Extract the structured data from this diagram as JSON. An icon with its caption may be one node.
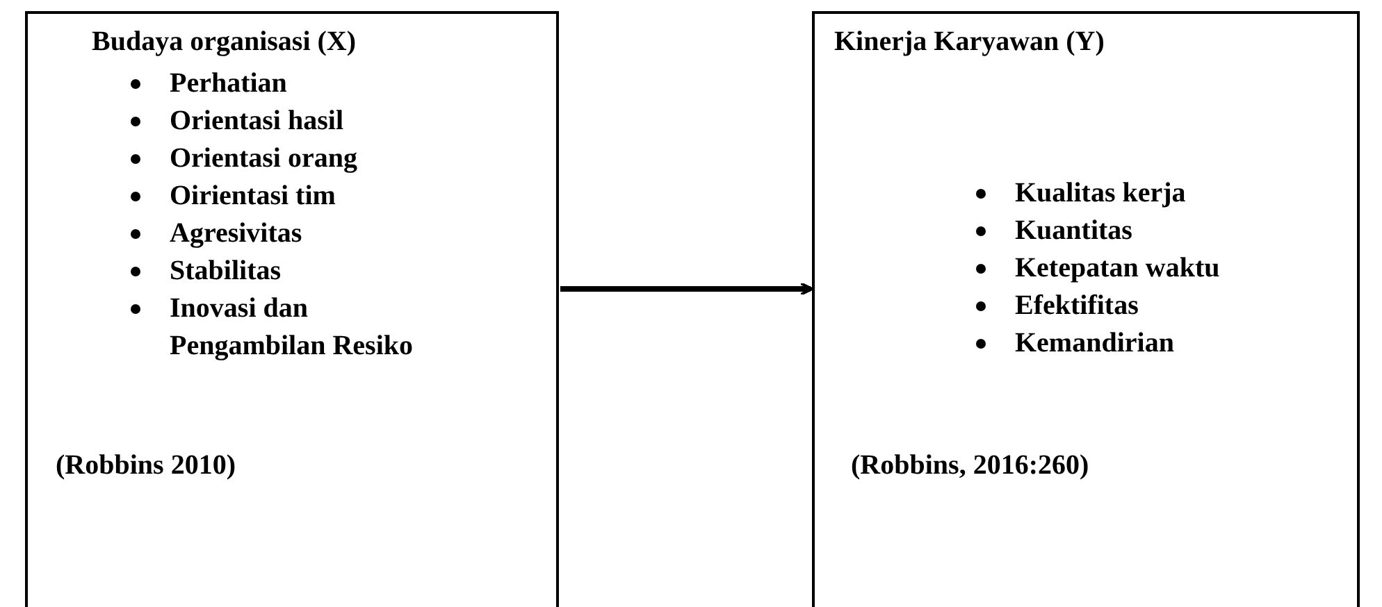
{
  "diagram": {
    "nodes": [
      {
        "text": [
          "Budaya organisasi (X)",
          "Perhatian",
          "Orientasi hasil",
          "Orientasi orang",
          "Oirientasi tim",
          "Agresivitas",
          "Stabilitas",
          "Inovasi dan Pengambilan Resiko",
          "(Robbins 2010)"
        ]
      },
      {
        "text": [
          "Kinerja Karyawan (Y)",
          "Kualitas kerja",
          "Kuantitas",
          "Ketepatan waktu",
          "Efektifitas",
          "Kemandirian",
          "(Robbins, 2016:260)"
        ]
      }
    ],
    "edges": [
      {
        "from": 0,
        "to": 1,
        "arrow": "to"
      }
    ]
  }
}
